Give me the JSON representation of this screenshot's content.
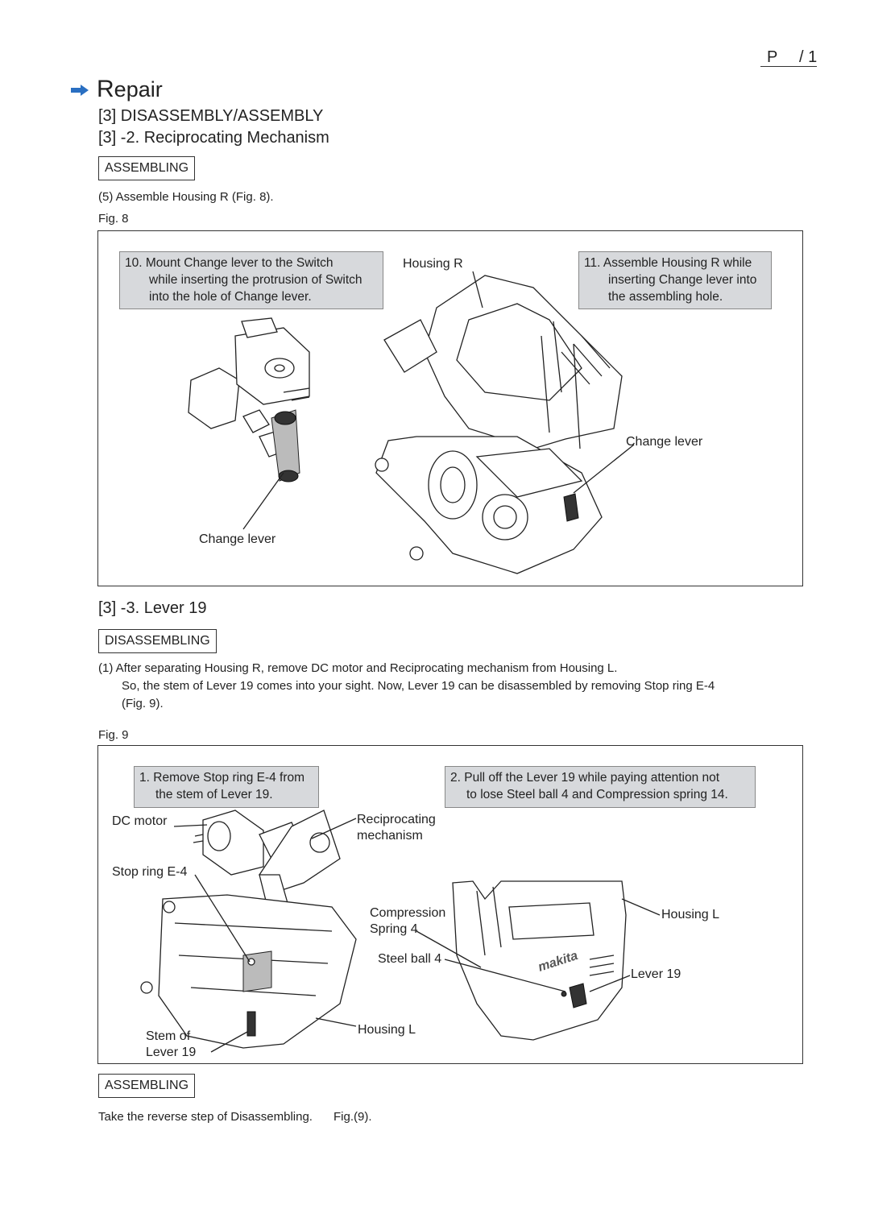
{
  "header": {
    "page_prefix": "P",
    "page_suffix": "/ 1",
    "section_title_initial": "R",
    "section_title_rest": "epair",
    "heading1": "[3] DISASSEMBLY/ASSEMBLY",
    "heading2": "[3] -2. Reciprocating Mechanism"
  },
  "section_2": {
    "tag": "ASSEMBLING",
    "step": "(5) Assemble Housing R (Fig. 8).",
    "fig_label": "Fig. 8",
    "callout_10_num": "10.",
    "callout_10_line1": "Mount Change lever to the Switch",
    "callout_10_line2": "while inserting the protrusion of Switch",
    "callout_10_line3": "into the hole of Change lever.",
    "callout_11_num": "11.",
    "callout_11_line1": "Assemble Housing R while",
    "callout_11_line2": "inserting Change lever into",
    "callout_11_line3": "the assembling hole.",
    "label_housing_r": "Housing R",
    "label_change_lever_right": "Change lever",
    "label_change_lever_left": "Change lever"
  },
  "section_3": {
    "heading": "[3] -3. Lever 19",
    "tag": "DISASSEMBLING",
    "step_line1": "(1) After separating Housing R, remove DC motor and Reciprocating mechanism from Housing L.",
    "step_line2": "So, the stem of  Lever 19 comes into your sight.  Now, Lever 19 can be disassembled by removing Stop ring E-4",
    "step_line3": "(Fig. 9).",
    "fig_label": "Fig. 9",
    "callout_1_num": "1.",
    "callout_1_line1": "Remove Stop ring E-4 from",
    "callout_1_line2": "the stem of  Lever 19.",
    "callout_2_num": "2.",
    "callout_2_line1": "Pull off the Lever 19 while paying attention not",
    "callout_2_line2": "to lose Steel ball 4 and Compression spring 14.",
    "label_dc_motor": "DC motor",
    "label_recip_1": "Reciprocating",
    "label_recip_2": "mechanism",
    "label_stop_ring": "Stop ring E-4",
    "label_compression_1": "Compression",
    "label_compression_2": "Spring 4",
    "label_steel_ball": "Steel ball 4",
    "label_housing_l_right": "Housing L",
    "label_lever19": "Lever 19",
    "label_housing_l_bottom": "Housing L",
    "label_stem_1": "Stem of",
    "label_stem_2": "Lever 19",
    "brand_mark": "makita"
  },
  "section_4": {
    "tag": "ASSEMBLING",
    "text": "Take the reverse step of Disassembling.",
    "overlap_text": "Fig.(9)."
  }
}
